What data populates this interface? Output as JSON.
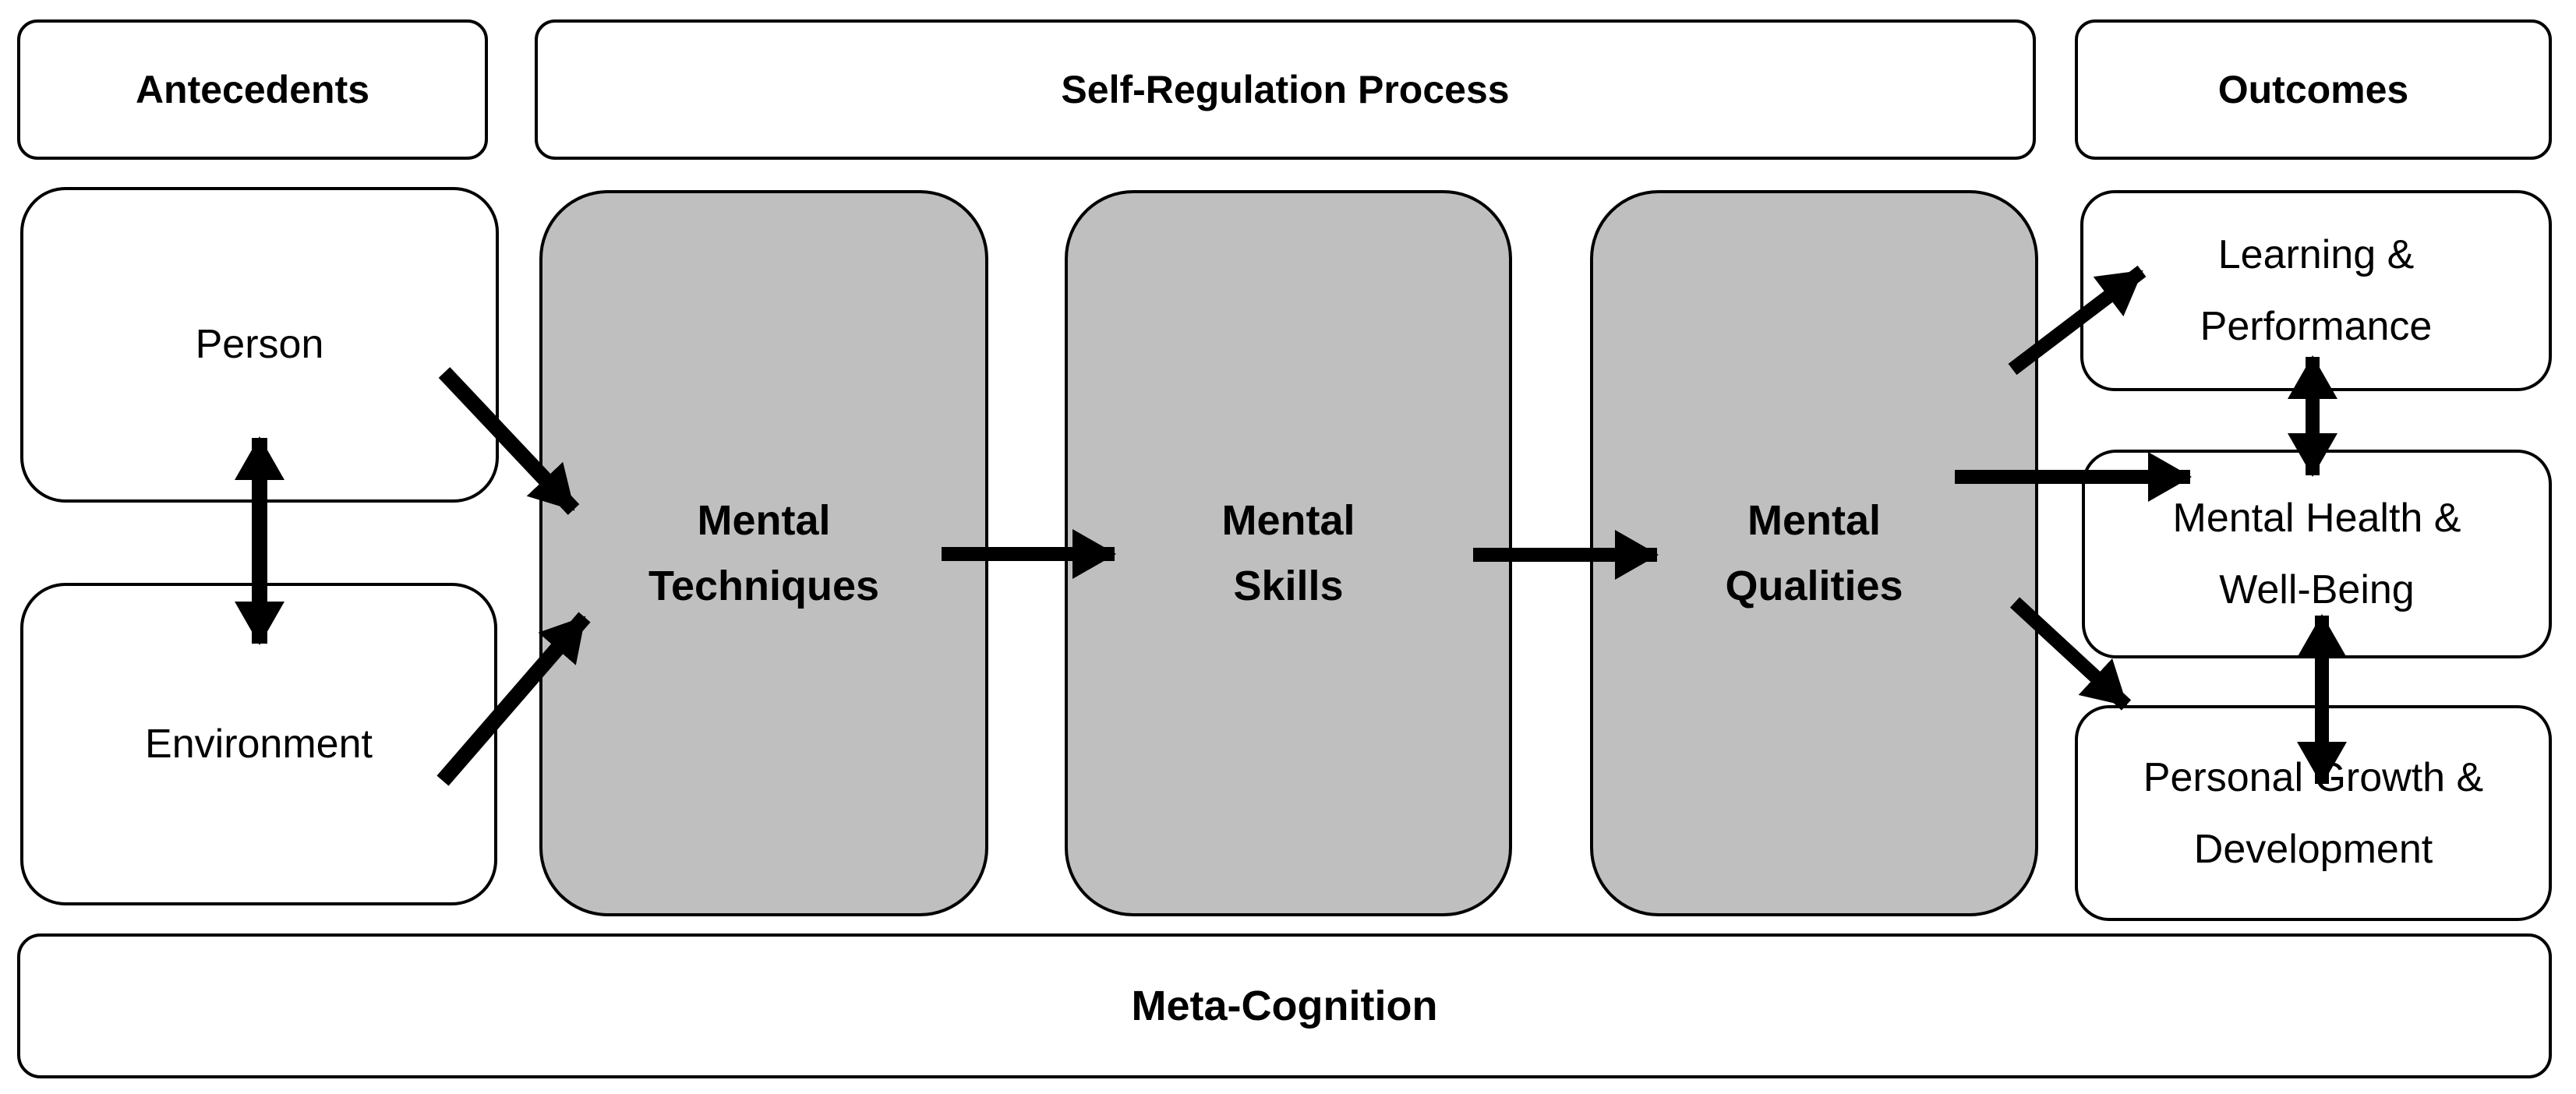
{
  "diagram": {
    "title_row": {
      "antecedents": "Antecedents",
      "process": "Self-Regulation Process",
      "outcomes": "Outcomes"
    },
    "antecedent_boxes": {
      "person": "Person",
      "environment": "Environment"
    },
    "stages": [
      {
        "line1": "Mental",
        "line2": "Techniques"
      },
      {
        "line1": "Mental",
        "line2": "Skills"
      },
      {
        "line1": "Mental",
        "line2": "Qualities"
      }
    ],
    "outcome_boxes": [
      {
        "line1": "Learning &",
        "line2": "Performance"
      },
      {
        "line1": "Mental Health &",
        "line2": "Well-Being"
      },
      {
        "line1": "Personal Growth &",
        "line2": "Development"
      }
    ],
    "meta_cognition": "Meta-Cognition",
    "colors": {
      "stage_fill": "#bfbfbf",
      "box_fill": "#ffffff",
      "stroke": "#000000",
      "text": "#000000",
      "background": "#ffffff"
    },
    "arrows": [
      {
        "from": "person",
        "to": "environment",
        "bidirectional": true
      },
      {
        "from": "person",
        "to": "mental-techniques",
        "bidirectional": false
      },
      {
        "from": "environment",
        "to": "mental-techniques",
        "bidirectional": false
      },
      {
        "from": "mental-techniques",
        "to": "mental-skills",
        "bidirectional": false
      },
      {
        "from": "mental-skills",
        "to": "mental-qualities",
        "bidirectional": false
      },
      {
        "from": "mental-qualities",
        "to": "learning-performance",
        "bidirectional": false
      },
      {
        "from": "mental-qualities",
        "to": "mental-health-well-being",
        "bidirectional": false
      },
      {
        "from": "mental-qualities",
        "to": "personal-growth-development",
        "bidirectional": false
      },
      {
        "from": "learning-performance",
        "to": "mental-health-well-being",
        "bidirectional": true
      },
      {
        "from": "mental-health-well-being",
        "to": "personal-growth-development",
        "bidirectional": true
      }
    ]
  }
}
